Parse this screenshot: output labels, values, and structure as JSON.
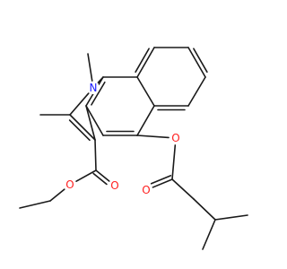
{
  "molecule": {
    "atoms": [
      {
        "id": "a1",
        "symbol": "C"
      },
      {
        "id": "a2",
        "symbol": "C"
      },
      {
        "id": "a3",
        "symbol": "C"
      },
      {
        "id": "a4",
        "symbol": "C"
      },
      {
        "id": "a5",
        "symbol": "C"
      },
      {
        "id": "a6",
        "symbol": "C"
      },
      {
        "id": "a7",
        "symbol": "C"
      },
      {
        "id": "a8",
        "symbol": "C"
      },
      {
        "id": "a9",
        "symbol": "C"
      },
      {
        "id": "a10",
        "symbol": "C"
      },
      {
        "id": "n1",
        "symbol": "N",
        "label": "N"
      },
      {
        "id": "c2",
        "symbol": "C"
      },
      {
        "id": "c3",
        "symbol": "C"
      },
      {
        "id": "me1",
        "symbol": "C"
      },
      {
        "id": "me2",
        "symbol": "C"
      },
      {
        "id": "c_carb",
        "symbol": "C"
      },
      {
        "id": "o_c1",
        "symbol": "O",
        "label": "O"
      },
      {
        "id": "o_e1",
        "symbol": "O",
        "label": "O"
      },
      {
        "id": "et1",
        "symbol": "C"
      },
      {
        "id": "et2",
        "symbol": "C"
      },
      {
        "id": "o_e2",
        "symbol": "O",
        "label": "O"
      },
      {
        "id": "c_acyl",
        "symbol": "C"
      },
      {
        "id": "o_c2",
        "symbol": "O",
        "label": "O"
      },
      {
        "id": "ch2",
        "symbol": "C"
      },
      {
        "id": "ch",
        "symbol": "C"
      },
      {
        "id": "me3",
        "symbol": "C"
      },
      {
        "id": "me4",
        "symbol": "C"
      }
    ],
    "colors": {
      "carbon_bond": "#1a1a1a",
      "nitrogen": "#1a1aff",
      "oxygen": "#ff2020"
    }
  }
}
